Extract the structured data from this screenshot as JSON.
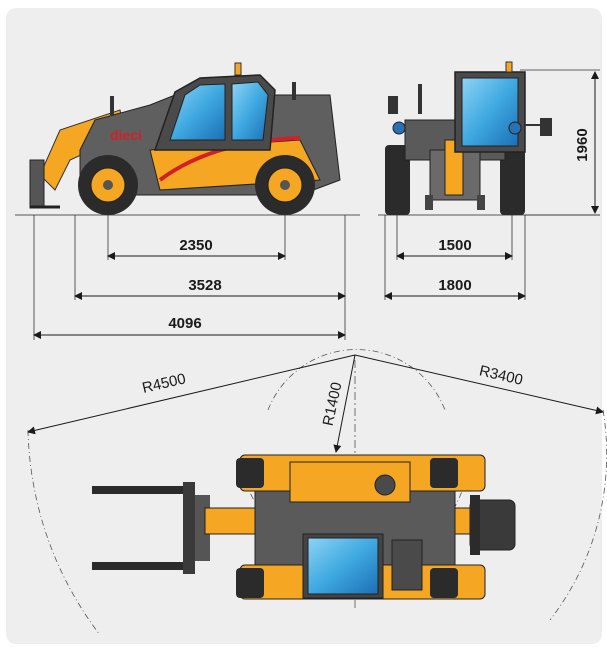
{
  "side_view": {
    "wheelbase": "2350",
    "wheel_to_rear": "3528",
    "overall_length": "4096",
    "logo_text": "dieci"
  },
  "front_view": {
    "overall_height": "1960",
    "track_width": "1500",
    "overall_width": "1800"
  },
  "top_view": {
    "outer_turning_radius": "R4500",
    "rear_turning_radius": "R3400",
    "inner_turning_radius": "R1400"
  },
  "colors": {
    "panel": "#eeeeee",
    "body_yellow": "#f5a623",
    "dark_grey": "#5a5a5a",
    "glass_blue": "#3fa9e0",
    "accent_red": "#d32027"
  }
}
